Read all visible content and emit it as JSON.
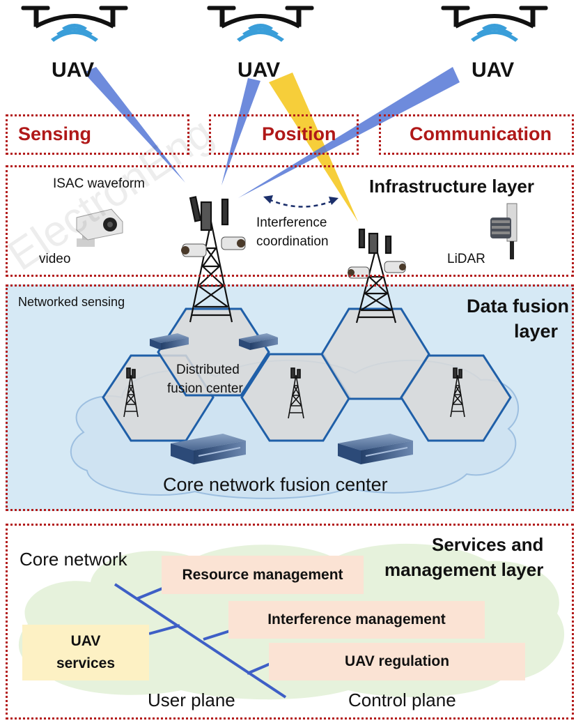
{
  "uavs": [
    {
      "label": "UAV"
    },
    {
      "label": "UAV"
    },
    {
      "label": "UAV"
    }
  ],
  "categories": {
    "sensing": "Sensing",
    "position": "Position",
    "communication": "Communication"
  },
  "infrastructure": {
    "title": "Infrastructure layer",
    "isac": "ISAC waveform",
    "video": "video",
    "interference_line1": "Interference",
    "interference_line2": "coordination",
    "lidar": "LiDAR"
  },
  "fusion": {
    "networked_sensing": "Networked sensing",
    "title_line1": "Data fusion",
    "title_line2": "layer",
    "distributed_line1": "Distributed",
    "distributed_line2": "fusion center",
    "core": "Core network fusion center"
  },
  "services": {
    "title_line1": "Services and",
    "title_line2": "management layer",
    "core_network": "Core network",
    "resource": "Resource management",
    "interference": "Interference management",
    "uav_services_line1": "UAV",
    "uav_services_line2": "services",
    "regulation": "UAV regulation",
    "user_plane": "User plane",
    "control_plane": "Control plane"
  },
  "watermark": "ElectronEng",
  "colors": {
    "dashed_border": "#b31b1b",
    "label_red": "#b01818",
    "fusion_bg": "#d6e9f5",
    "hex_stroke": "#1f5fa8",
    "beam_blue": "#5577d6",
    "beam_yellow": "#f5c518",
    "resource_bg": "#fbe3d4",
    "services_bg": "#fdf1c4",
    "cloud_green": "#e6f2dc",
    "trunk_line": "#3e5fc6"
  }
}
